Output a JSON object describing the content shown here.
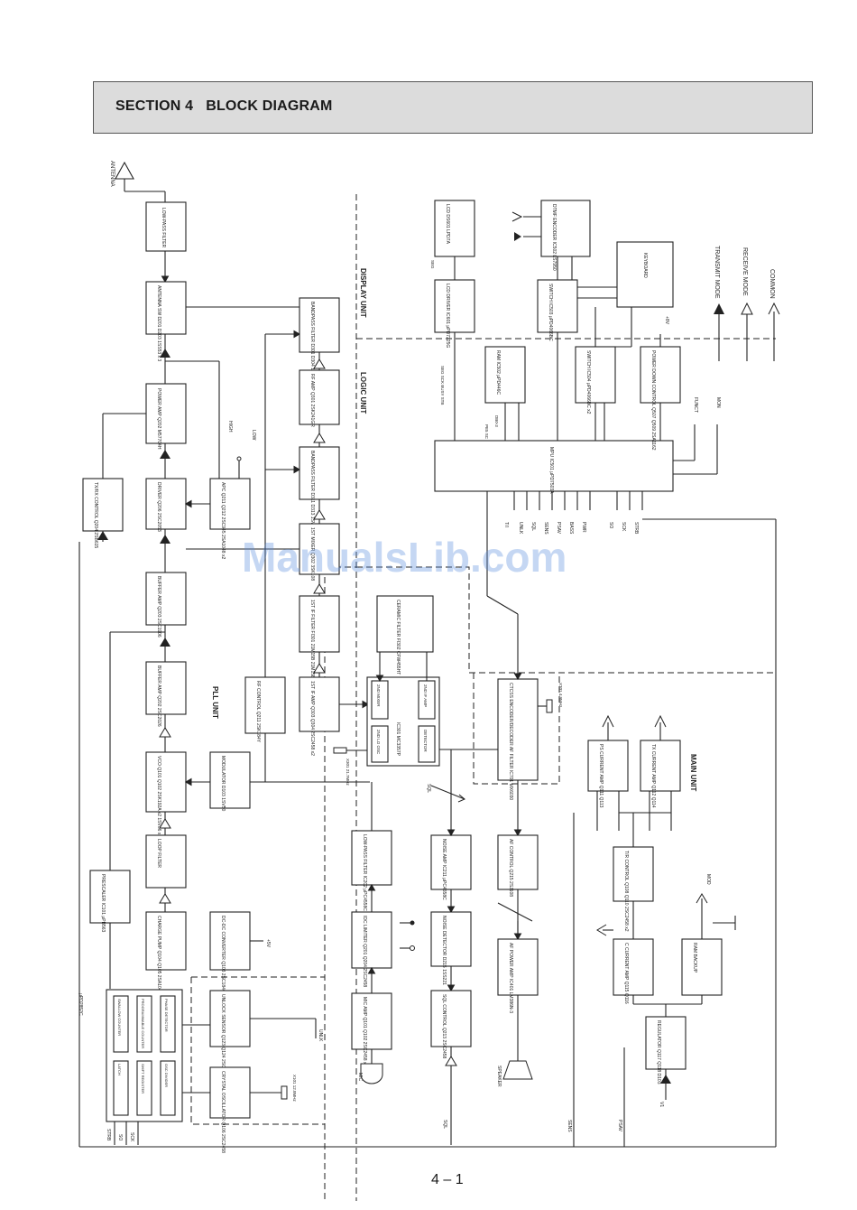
{
  "header": {
    "section": "SECTION 4",
    "title": "BLOCK DIAGRAM"
  },
  "watermark": "ManualsLib.com",
  "page_number": "4 – 1",
  "units": {
    "display": "DISPLAY UNIT",
    "logic": "LOGIC UNIT",
    "pll": "PLL UNIT",
    "main": "MAIN UNIT"
  },
  "legend": {
    "transmit": "TRANSMIT MODE",
    "receive": "RECEIVE MODE",
    "common": "COMMON"
  },
  "labels": {
    "antenna": "ANTENNA",
    "mic": "MIC",
    "speaker": "SPEAKER",
    "mod": "MOD",
    "plus5v": "+5V",
    "plus8v": "+8V",
    "v1": "V1",
    "high": "HIGH",
    "low": "LOW",
    "funct": "FUNCT",
    "mon": "MON",
    "sql": "SQL",
    "x301": "X301 21.7MHz",
    "x701": "X701 4.9MHz",
    "x101": "X101 12.8MHz",
    "pins": [
      "T/I",
      "UNLK",
      "SQL",
      "SENS",
      "PSAV",
      "BASS",
      "PWR",
      "SO",
      "SCK",
      "STRB"
    ],
    "bus": [
      "SEG",
      "SEG SCK BUSY STB",
      "DB0-3",
      "PE5 SC"
    ],
    "bottom": [
      "UNLK",
      "SQL",
      "SENS",
      "PSAV"
    ],
    "pll_pins": [
      "STRB",
      "SO",
      "SCK"
    ]
  },
  "blocks": {
    "lpf": "LOW-PASS FILTER",
    "ant_sw": "ANTENNA SW D201 D203 1SS53 x 3",
    "power_amp": "POWER AMP Q202 M57704H",
    "driver": "DRIVER Q206 2SC2053",
    "apc": "APC Q211 Q212 2SC945 2SA1048 x2",
    "tx_sw": "TX/RX CONTROL Q204 2SB615",
    "buffer1": "BUFFER AMP Q203 2SC1906",
    "buffer2": "BUFFER AMP Q202 2SC2026",
    "vco": "VCO Q101 Q102 2SK192A x2 1SV86 x2",
    "loop_filter": "LOOP FILTER",
    "prescaler": "PRESCALER IC101 µPB563",
    "charge_pump": "CHARGE PUMP Q104 Q105 2SA1048 2SC2458",
    "dcdc": "DC-DC CONVERTER Q103 2SC1846",
    "modulator": "MODULATOR D103 1SV50",
    "rf_ctrl": "RF CONTROL Q211 2SK184Y",
    "plic": "µPD2852C",
    "swallow": "SWALLOW COUNTER",
    "prog_counter": "PROGRAMMABLE COUNTER",
    "phase_det": "PHASE DETECTOR",
    "latch": "LATCH",
    "shift_reg": "SHIFT REGISTER",
    "osc_div": "OSC DIVIDER",
    "unlock": "UNLOCK SENSOR Q123 Q124 2SC2458 x2",
    "crystal_osc": "CRYSTAL OSCILLATOR Q106 2SC2458",
    "bandpass1": "BANDPASS FILTER D301 D304 1SV113 x3",
    "rf_amp": "RF AMP Q301 2SK241GR",
    "bandpass2": "BANDPASS FILTER D311 D313 1SV113 x3",
    "mixer1": "1ST MIXER Q302 3SK108",
    "xtal_filter": "1ST IF FILTER FI301 21M15B 21M15B2",
    "if_amp": "1ST IF AMP Q303 Q304 2SC2458 x2",
    "fm_ic": "IC301 MC3357P",
    "osc2": "2ND LO OSC",
    "mixer2": "2ND MIXER",
    "if_amp2": "2ND IF AMP",
    "detector": "DETECTOR",
    "ceramic": "CERAMIC FILTER FI302 CFW455HT",
    "lpf2": "LOW-PASS FILTER IC202 µPC4558C",
    "limiter": "IDC LIMITER Q201 Q204 2SC2458",
    "mic_amp": "MIC AMP Q101 Q102 2SC2458 x2",
    "noise_amp": "NOISE AMP IC211 µPC4558C",
    "noise_det": "NOISE DETECTOR D215 1SS221",
    "sql_ctrl": "SQL CONTROL Q213 2SC2458",
    "ctcss": "CTCSS ENCODER/DECODER AF FILTER IC701 MX6030",
    "af_ctrl": "AF CONTROL Q215 2SJ108",
    "af_power": "AF POWER AMP IC401 LM386N-3",
    "mpu": "MPU IC501 µPD7503A",
    "ram": "RAM IC502 µPD446C",
    "lcd_drv": "LCD DRIVER IC601 µPD7225G",
    "lcd": "LCD DS601 LPD7A",
    "dtmf": "DTMF ENCODER IC502 LS7950",
    "switch1": "SWITCH IC503 µPD4066BC",
    "switch2": "SWITCH IC504 µPD4066BC x2",
    "keyboard": "KEYBOARD",
    "pwr_down": "POWER DOWN CONTROL Q507 Q509 2SA1162",
    "ps_current": "PS CURRENT AMP Q111 Q113",
    "tx_current": "TX CURRENT AMP Q112 Q114",
    "trx_ctrl": "T/R CONTROL Q108 Q110 2SC2458 x2",
    "c_current": "C CURRENT AMP Q115 Q116",
    "ram_backup": "RAM BACKUP",
    "regulator": "REGULATOR Q117 Q118 D103"
  }
}
